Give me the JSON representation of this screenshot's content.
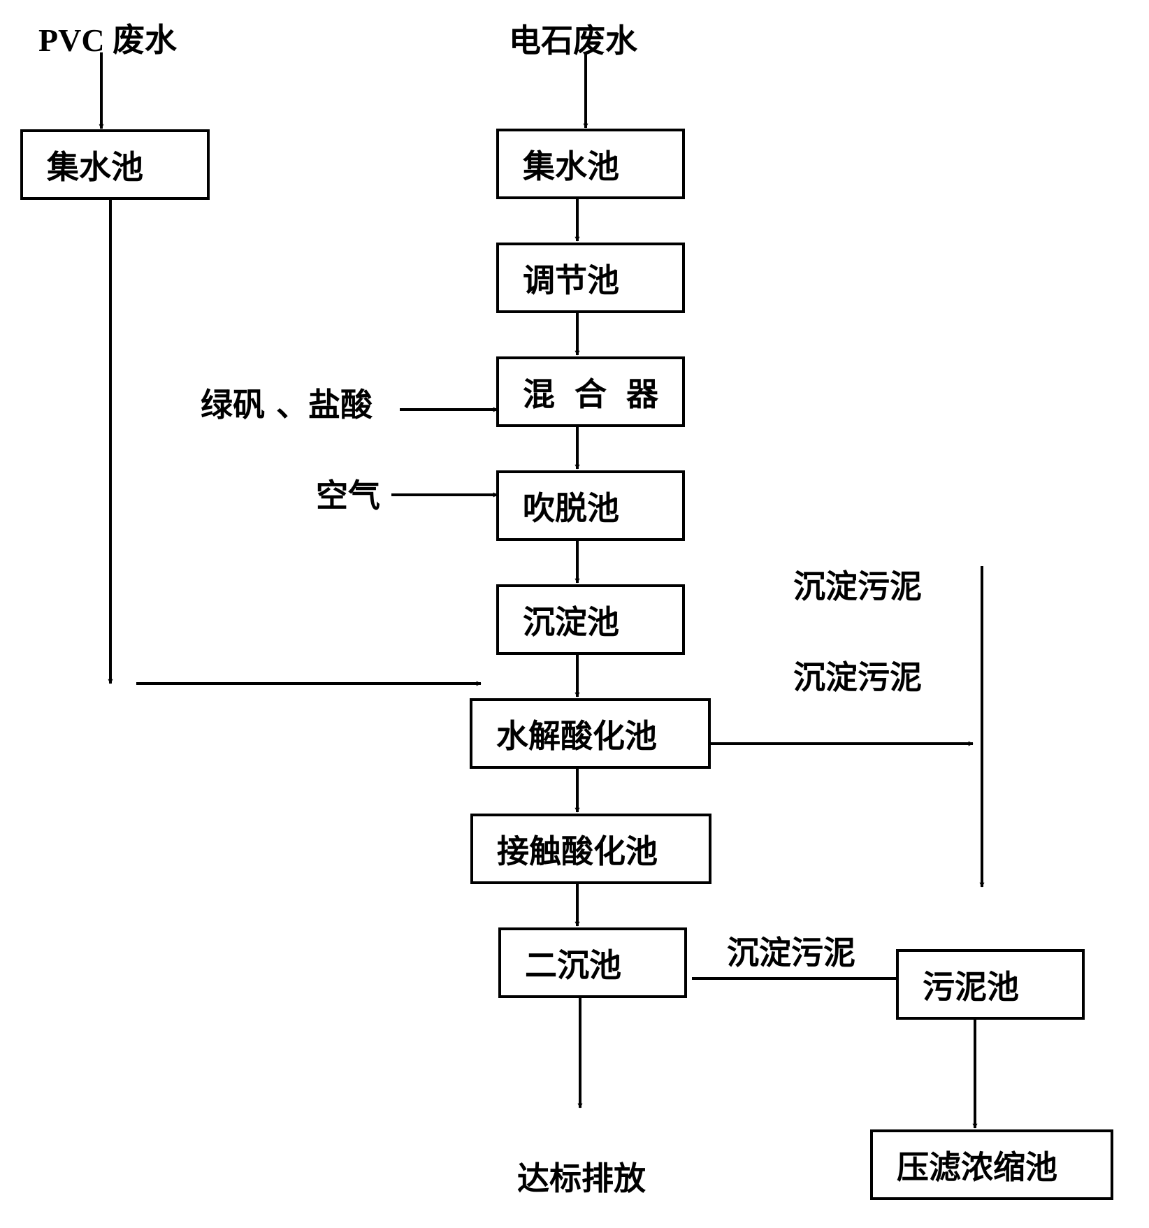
{
  "inputs": {
    "pvc_wastewater": "PVC 废水",
    "carbide_wastewater": "电石废水"
  },
  "pvc_line": {
    "collection_tank": "集水池"
  },
  "main_line": {
    "collection_tank": "集水池",
    "equalization_tank": "调节池",
    "mixer": "混 合 器",
    "stripping_tank": "吹脱池",
    "sedimentation_tank": "沉淀池",
    "hydrolysis_acidification_tank": "水解酸化池",
    "contact_acidification_tank": "接触酸化池",
    "secondary_clarifier": "二沉池"
  },
  "reagents": {
    "ferrous_sulfate_hcl": "绿矾 、盐酸",
    "air": "空气"
  },
  "sludge": {
    "label_top": "沉淀污泥",
    "label_mid": "沉淀污泥",
    "label_bottom": "沉淀污泥",
    "sludge_tank": "污泥池",
    "filter_press_thickener": "压滤浓缩池"
  },
  "outputs": {
    "discharge": "达标排放"
  }
}
